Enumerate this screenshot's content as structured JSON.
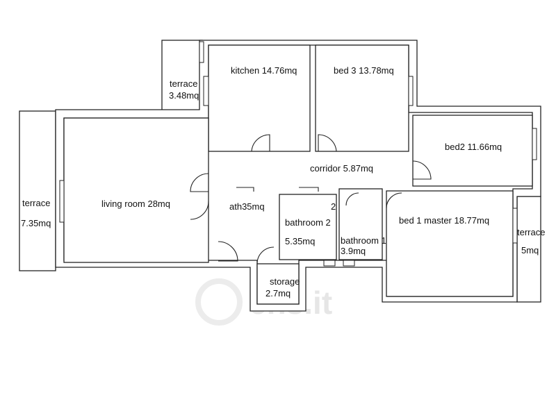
{
  "plan": {
    "rooms": {
      "kitchen": "kitchen 14.76mq",
      "bed3": "bed 3 13.78mq",
      "terrace_top_name": "terrace",
      "terrace_top_area": "3.48mq",
      "bed2": "bed2 11.66mq",
      "corridor": "corridor 5.87mq",
      "living": "living room 28mq",
      "terrace_left_name": "terrace",
      "terrace_left_area": "7.35mq",
      "bath_partial": "ath35mq",
      "bath2_partial": "2",
      "bath2_name": "bathroom 2",
      "bath2_area": "5.35mq",
      "bath1_name": "bathroom 1",
      "bath1_area": "3.9mq",
      "bed1": "bed 1 master 18.77mq",
      "terrace_right_name": "terrace",
      "terrace_right_area": "5mq",
      "storage_name": "storage",
      "storage_area": "2.7mq"
    },
    "watermark": "ens.it"
  }
}
